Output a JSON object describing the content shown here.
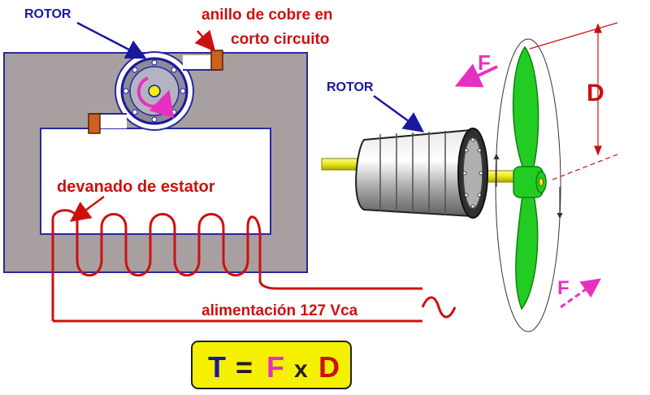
{
  "labels": {
    "rotor_left": "ROTOR",
    "ring_line1": "anillo de cobre en",
    "ring_line2": "corto circuito",
    "rotor_right": "ROTOR",
    "stator_winding": "devanado de estator",
    "supply": "alimentación 127 Vca",
    "force_top": "F",
    "force_bottom": "F",
    "distance": "D"
  },
  "formula": {
    "t": "T",
    "eq": "=",
    "f": "F",
    "x": "x",
    "d": "D"
  },
  "colors": {
    "stator": "#a8a0a0",
    "stator_outline": "#2828a0",
    "label_red": "#cc1010",
    "label_blue": "#1818a0",
    "fan_green": "#22cc22",
    "shaft_yellow": "#e8e81a",
    "force_magenta": "#e830c0",
    "formula_bg": "#f4f000"
  }
}
